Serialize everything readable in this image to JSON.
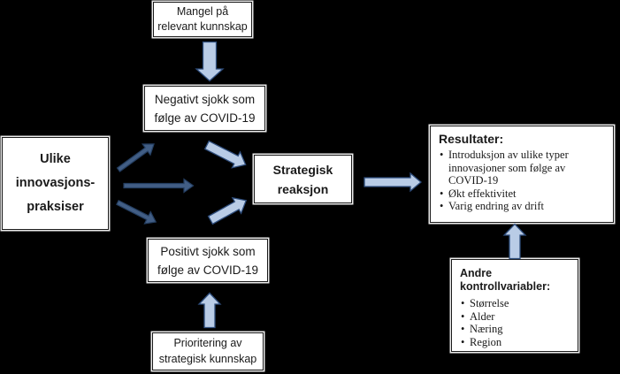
{
  "diagram": {
    "colors": {
      "background": "#000000",
      "box_fill": "#ffffff",
      "box_border": "#1a1a1a",
      "arrow_light_fill": "#b9cce6",
      "arrow_light_border": "#2e4d7c",
      "arrow_dark_fill": "#425e85",
      "arrow_dark_border": "#243e61"
    },
    "boxes": {
      "mangel": {
        "lines": [
          "Mangel på",
          "relevant kunnskap"
        ]
      },
      "negativt": {
        "lines": [
          "Negativt sjokk som",
          "følge av COVID-19"
        ]
      },
      "ulike": {
        "lines": [
          "Ulike",
          "innovasjons-",
          "praksiser"
        ]
      },
      "strategisk": {
        "lines": [
          "Strategisk",
          "reaksjon"
        ]
      },
      "positivt": {
        "lines": [
          "Positivt sjokk som",
          "følge av COVID-19"
        ]
      },
      "prioritering": {
        "lines": [
          "Prioritering av",
          "strategisk kunnskap"
        ]
      },
      "resultater": {
        "heading": "Resultater:",
        "bullets": [
          "Introduksjon av ulike typer innovasjoner som følge av COVID-19",
          "Økt effektivitet",
          "Varig endring av drift"
        ]
      },
      "kontroll": {
        "heading_lines": [
          "Andre",
          "kontrollvariabler:"
        ],
        "bullets": [
          "Størrelse",
          "Alder",
          "Næring",
          "Region"
        ]
      }
    }
  }
}
